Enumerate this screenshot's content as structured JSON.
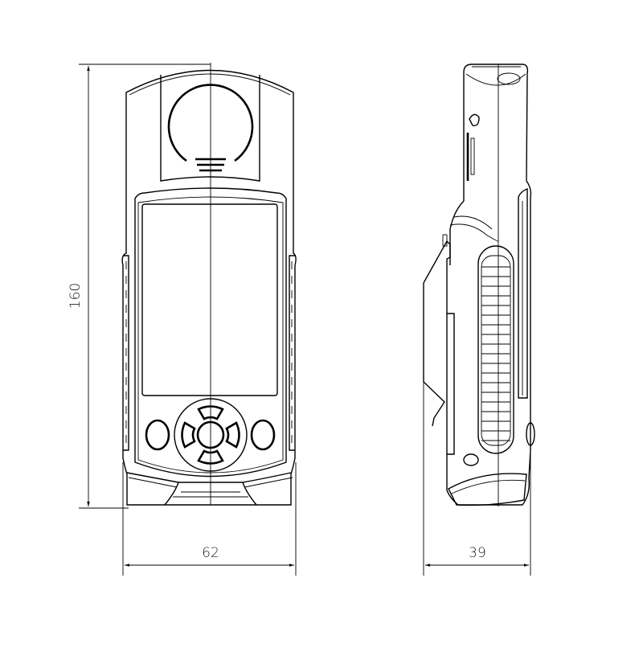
{
  "dimensions": {
    "height": "160",
    "front_width": "62",
    "side_width": "39"
  },
  "views": [
    "front-view",
    "side-view"
  ]
}
